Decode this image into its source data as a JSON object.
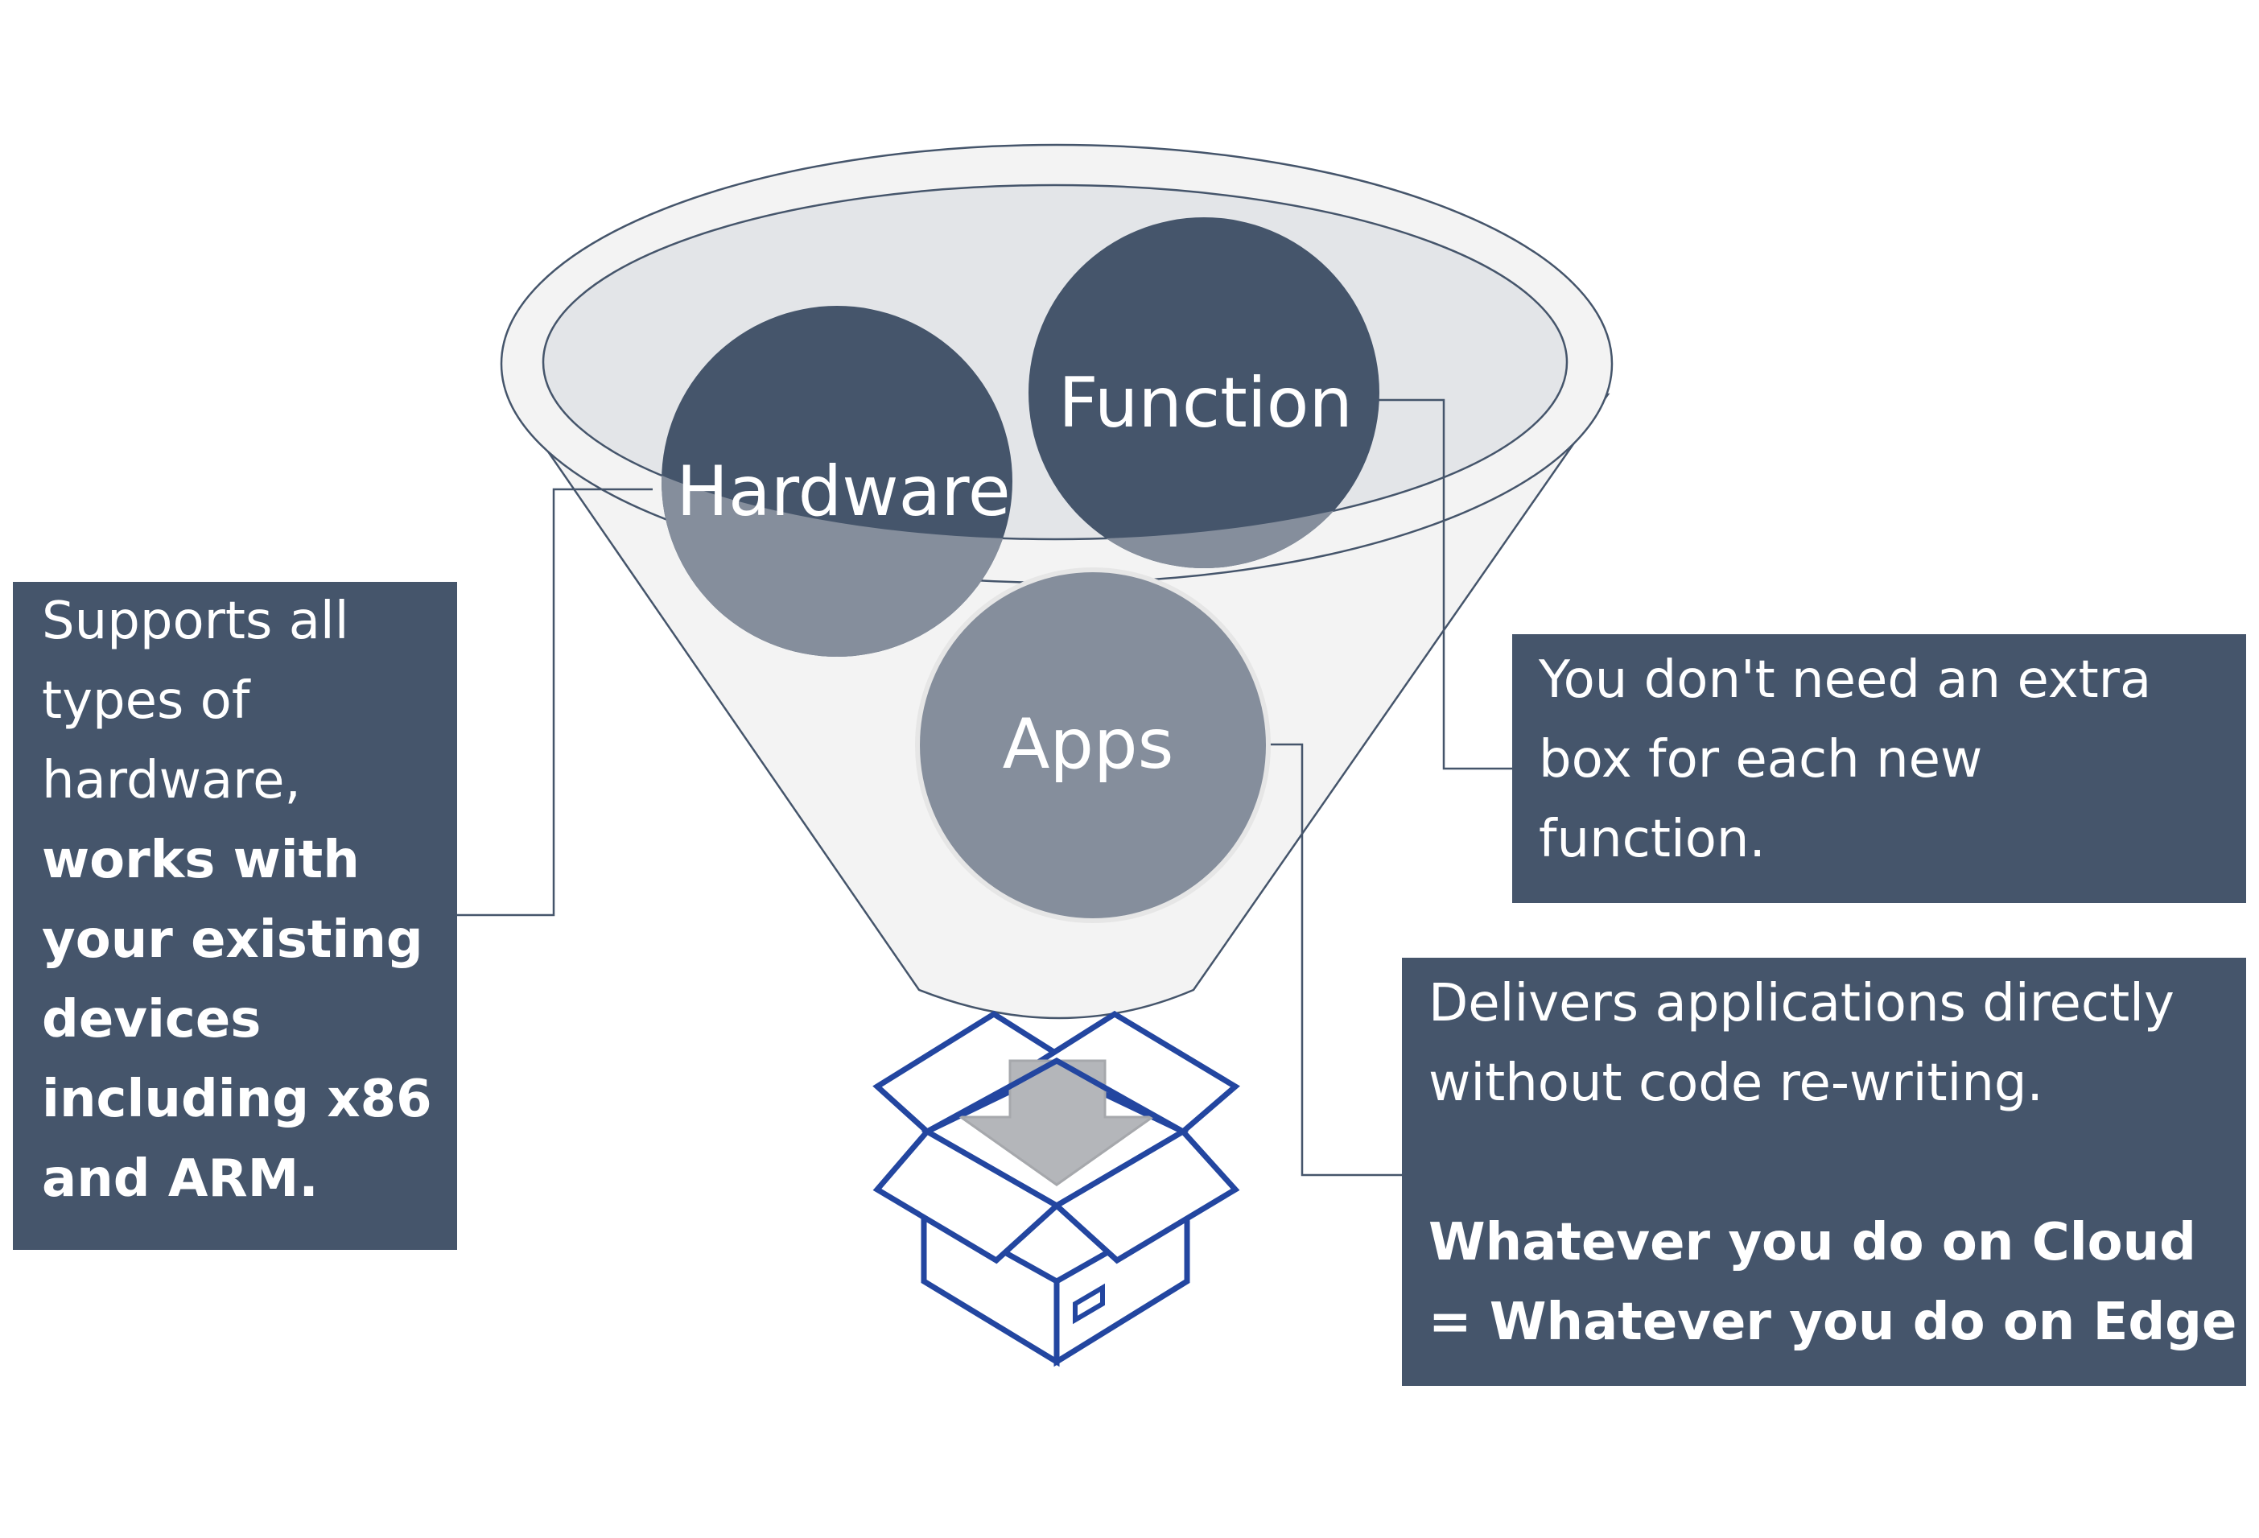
{
  "circles": {
    "hardware": "Hardware",
    "function": "Function",
    "apps": "Apps"
  },
  "callouts": {
    "left": {
      "line1": "Supports all",
      "line2": "types of",
      "line3": "hardware,",
      "line4": "works with",
      "line5": "your existing",
      "line6": "devices",
      "line7": "including x86",
      "line8": "and ARM."
    },
    "right_top": {
      "line1": "You don't need an extra",
      "line2": "box for each new",
      "line3": "function."
    },
    "right_bottom": {
      "line1": "Delivers applications directly",
      "line2": "without code re-writing.",
      "line3": "Whatever you do on Cloud",
      "line4": "= Whatever you do on Edge"
    }
  },
  "colors": {
    "dark_circle": "#45556b",
    "light_circle": "#858e9c",
    "callout_bg": "#45556b",
    "funnel_fill": "#f3f3f3",
    "funnel_top": "#e3e5e8",
    "outline": "#45556b",
    "box_stroke": "#2346a0",
    "arrow_fill": "#b4b6ba"
  },
  "icons": {
    "box": "open-box-icon",
    "arrow": "down-arrow-icon"
  }
}
